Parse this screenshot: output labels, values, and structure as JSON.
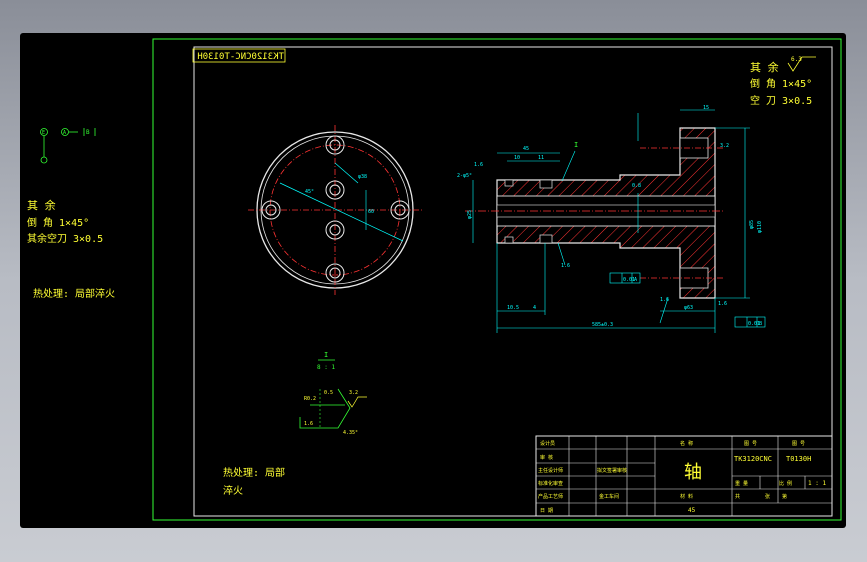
{
  "colors": {
    "frame": "#33ff33",
    "text": "#ffff33",
    "geometry": "#e8e8e8",
    "centerline": "#ff3333",
    "hatch": "#ff3333",
    "dimension": "#00ffff",
    "background": "#000000"
  },
  "drawing_code": "TK3120CNC-T0130H",
  "datum_symbols": [
    "E",
    "A",
    "B"
  ],
  "left_notes": {
    "rest": "其 余",
    "chamfer": "倒 角 1×45°",
    "undercut": "其余空刀 3×0.5",
    "heat": "热处理: 局部淬火"
  },
  "right_notes": {
    "rest": "其 余",
    "roughness": "6.3",
    "chamfer": "倒 角 1×45°",
    "undercut": "空 刀 3×0.5"
  },
  "detail": {
    "label": "I",
    "scale": "8 : 1",
    "dims": [
      "R0.2",
      "3.2",
      "0.5",
      "1.6",
      "4.35°"
    ]
  },
  "bottom_notes": {
    "heat": "热处理: 局部",
    "quench": "淬火"
  },
  "front_view": {
    "dims": [
      "φ38",
      "60",
      "45°"
    ]
  },
  "section_view": {
    "dims": [
      "1.6",
      "2-φ5°",
      "45",
      "10",
      "11",
      "φ25",
      "1.6",
      "10.5",
      "4",
      "0.8",
      "15",
      "3.2",
      "φ85",
      "φ110",
      "φ63",
      "1.6",
      "585±0.3",
      "1.6"
    ],
    "tolerance_frames": [
      "0.01",
      "A",
      "0.01",
      "B"
    ],
    "section_label": "I"
  },
  "title_block": {
    "left_rows": [
      "设计员",
      "审 核",
      "主任设计师",
      "标准化审查",
      "产品工艺师",
      "日 期"
    ],
    "mid_entries": [
      "拟文签署审核",
      "金工车间"
    ],
    "name_header": "名  称",
    "part_name": "轴",
    "material_header": "材  料",
    "material": "45",
    "code_header": "图  号",
    "product_code": "TK3120CNC",
    "part_no_header": "图 号",
    "part_no": "T0130H",
    "weight_label": "重 量",
    "scale_label": "比 例",
    "scale_value": "1 : 1",
    "pieces_label": "共",
    "sheet_label": "张",
    "page_label": "第"
  }
}
